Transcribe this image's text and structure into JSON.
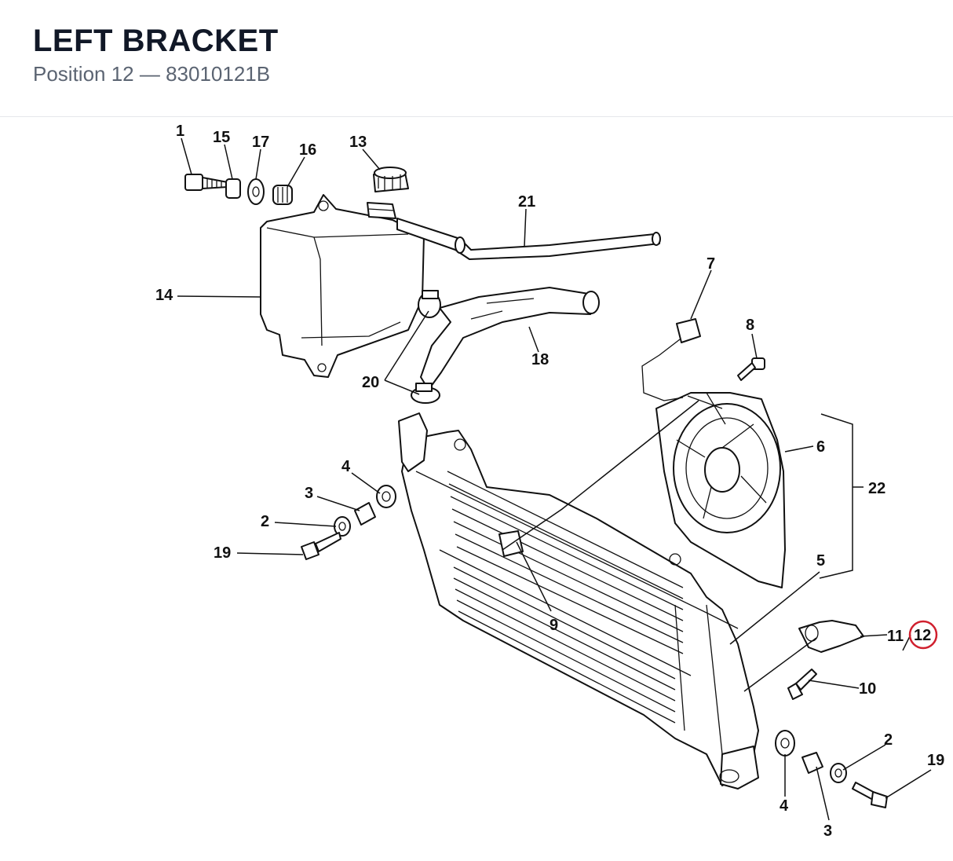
{
  "header": {
    "title": "LEFT BRACKET",
    "subtitle": "Position 12 — 83010121B"
  },
  "highlight": {
    "position": "12",
    "color": "#d0202e"
  },
  "callouts": {
    "c1": "1",
    "c15": "15",
    "c17": "17",
    "c16": "16",
    "c13": "13",
    "c21": "21",
    "c14": "14",
    "c7": "7",
    "c18": "18",
    "c8": "8",
    "c20": "20",
    "c6": "6",
    "c4a": "4",
    "c22": "22",
    "c3a": "3",
    "c2a": "2",
    "c19a": "19",
    "c9": "9",
    "c5": "5",
    "c11": "11",
    "c12": "12",
    "c10": "10",
    "c2b": "2",
    "c19b": "19",
    "c4b": "4",
    "c3b": "3"
  }
}
